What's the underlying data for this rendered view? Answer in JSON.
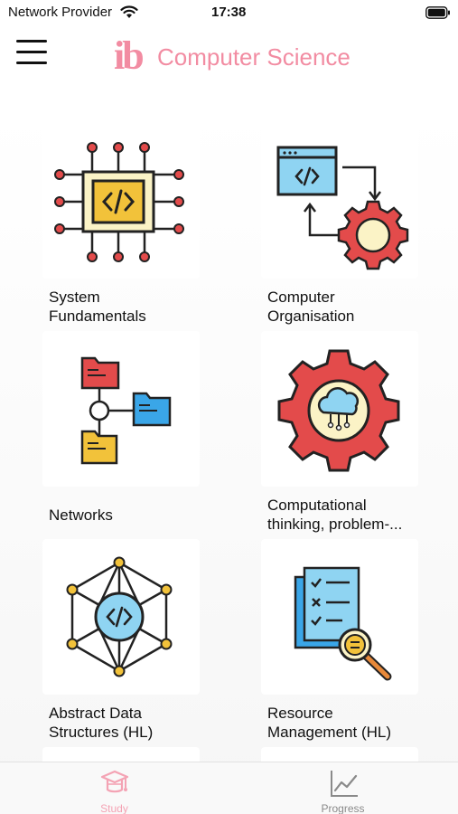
{
  "status_bar": {
    "carrier": "Network Provider",
    "time": "17:38"
  },
  "header": {
    "logo": "ib",
    "title": "Computer Science",
    "brand_color": "#f28ca2"
  },
  "topics": [
    {
      "label_line1": "System",
      "label_line2": "Fundamentals",
      "icon": "cpu-chip-icon"
    },
    {
      "label_line1": "Computer",
      "label_line2": "Organisation",
      "icon": "code-window-gear-icon"
    },
    {
      "label_line1": "",
      "label_line2": "Networks",
      "icon": "folder-network-icon"
    },
    {
      "label_line1": "Computational",
      "label_line2": "thinking, problem-...",
      "icon": "cloud-gear-icon"
    },
    {
      "label_line1": "Abstract Data",
      "label_line2": "Structures (HL)",
      "icon": "hexagon-network-icon"
    },
    {
      "label_line1": "Resource",
      "label_line2": "Management (HL)",
      "icon": "checklist-magnifier-icon"
    }
  ],
  "tabs": [
    {
      "label": "Study",
      "icon": "graduation-cap-icon",
      "active": true,
      "color": "#f4a3b4"
    },
    {
      "label": "Progress",
      "icon": "line-chart-icon",
      "active": false,
      "color": "#8a8a8a"
    }
  ]
}
